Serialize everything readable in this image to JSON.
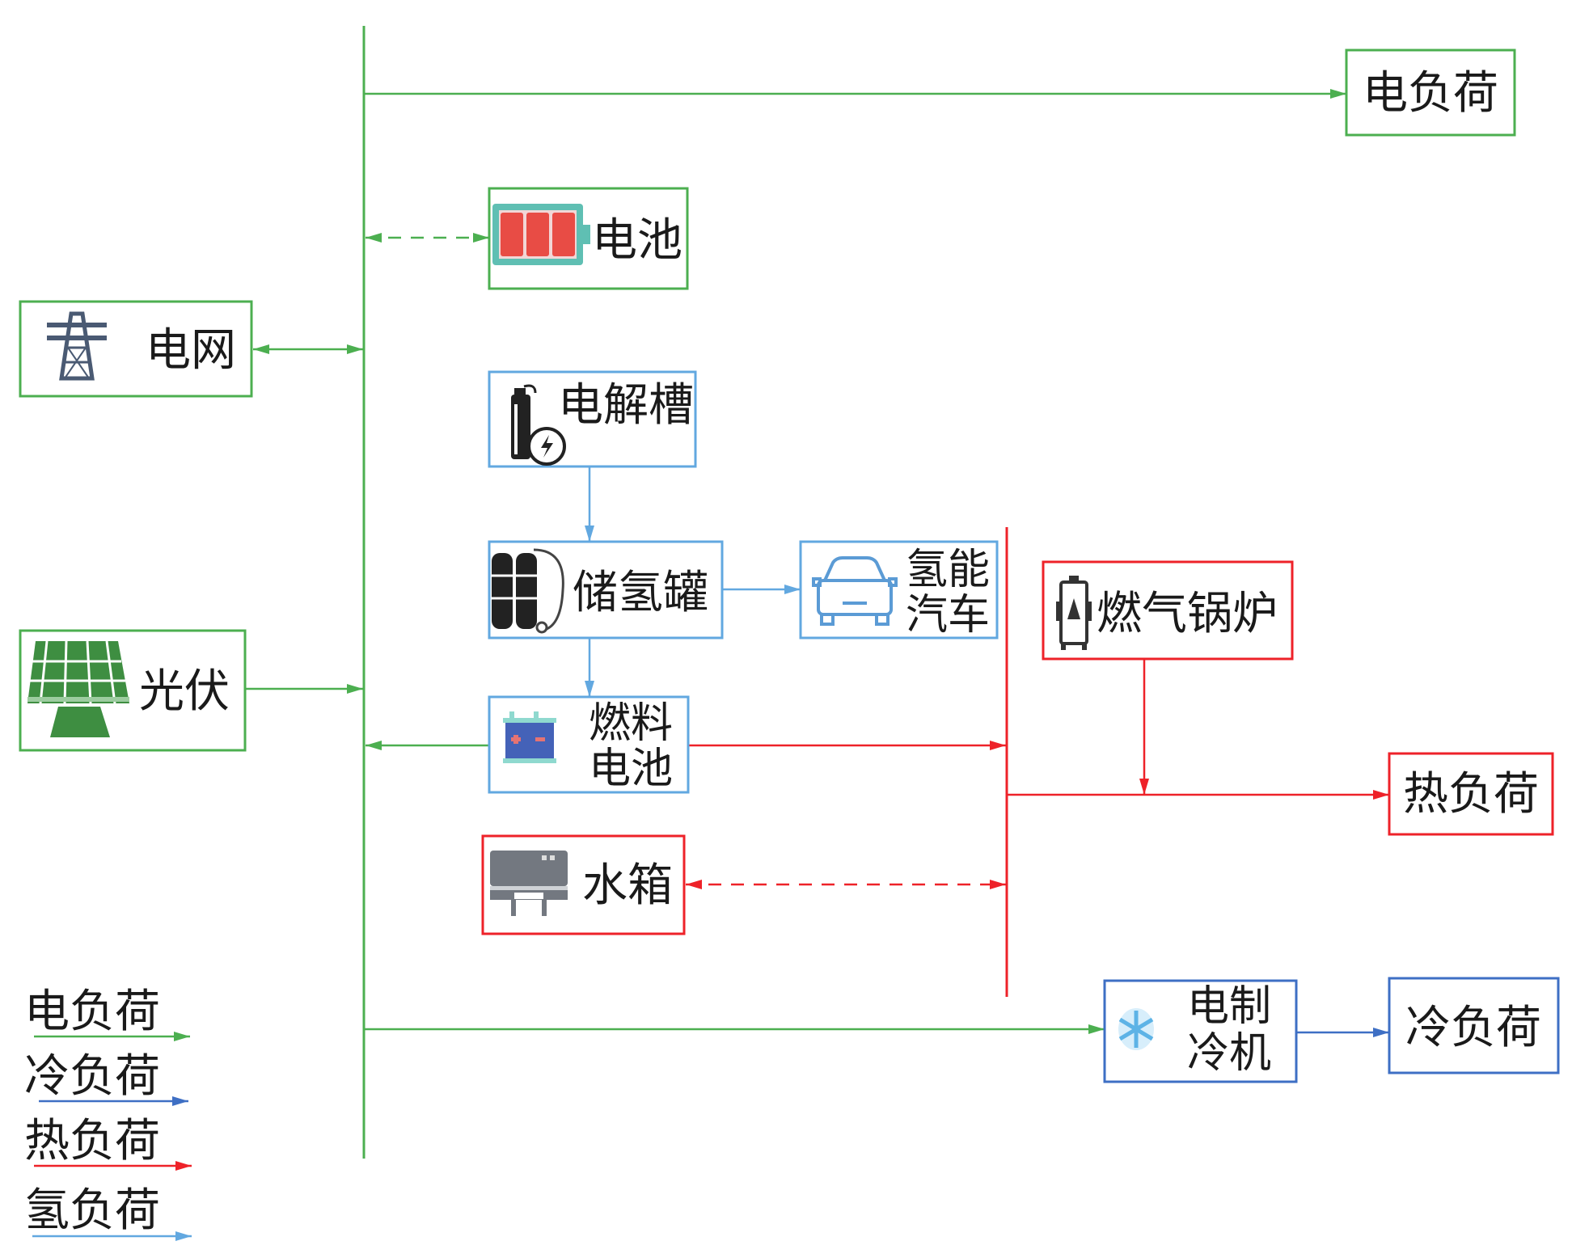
{
  "colors": {
    "electric": "#4CAF50",
    "cooling": "#3E6FC4",
    "heat": "#EE2229",
    "hydrogen": "#62A8E0",
    "text": "#1a1a1a"
  },
  "nodes": {
    "electric_load": {
      "label": "电负荷"
    },
    "battery": {
      "label": "电池",
      "icon": "battery-icon"
    },
    "grid": {
      "label": "电网",
      "icon": "power-tower-icon"
    },
    "electrolyzer": {
      "label": "电解槽",
      "icon": "electrolyzer-icon"
    },
    "h2_tank": {
      "label": "储氢罐",
      "icon": "gas-cylinders-icon"
    },
    "h2_car": {
      "line1": "氢能",
      "line2": "汽车",
      "icon": "car-icon"
    },
    "gas_boiler": {
      "label": "燃气锅炉",
      "icon": "boiler-icon"
    },
    "pv": {
      "label": "光伏",
      "icon": "solar-panel-icon"
    },
    "fuel_cell": {
      "line1": "燃料",
      "line2": "电池",
      "icon": "fuel-cell-icon"
    },
    "heat_load": {
      "label": "热负荷"
    },
    "water_tank": {
      "label": "水箱",
      "icon": "water-heater-icon"
    },
    "chiller": {
      "line1": "电制",
      "line2": "冷机",
      "icon": "snowflake-icon"
    },
    "cooling_load": {
      "label": "冷负荷"
    }
  },
  "legend": [
    {
      "label": "电负荷",
      "color_key": "electric"
    },
    {
      "label": "冷负荷",
      "color_key": "cooling"
    },
    {
      "label": "热负荷",
      "color_key": "heat"
    },
    {
      "label": "氢负荷",
      "color_key": "hydrogen"
    }
  ]
}
